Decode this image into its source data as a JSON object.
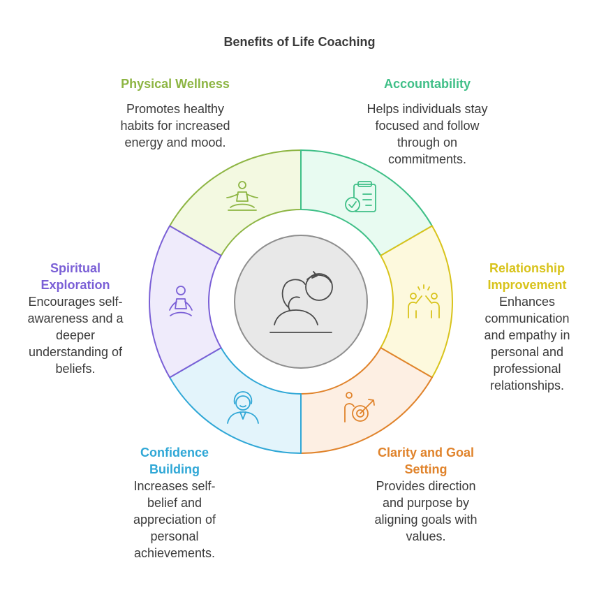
{
  "title": "Benefits of Life Coaching",
  "segments": [
    {
      "heading": "Physical Wellness",
      "description": "Promotes healthy habits for increased energy and mood.",
      "color": "#8db543",
      "fill": "#f3f9e1",
      "icon": "meditation-person-icon"
    },
    {
      "heading": "Accountability",
      "description": "Helps individuals stay focused and follow through on commitments.",
      "color": "#3fbf87",
      "fill": "#e8fbf1",
      "icon": "clipboard-check-icon"
    },
    {
      "heading": "Relationship Improvement",
      "description": "Enhances communication and empathy in personal and professional relationships.",
      "color": "#d8c31b",
      "fill": "#fdf9dd",
      "icon": "high-five-icon"
    },
    {
      "heading": "Clarity and Goal Setting",
      "description": "Provides direction and purpose by aligning goals with values.",
      "color": "#e0832b",
      "fill": "#fdefe3",
      "icon": "target-goal-icon"
    },
    {
      "heading": "Confidence Building",
      "description": "Increases self-belief and appreciation of personal achievements.",
      "color": "#2fa7d6",
      "fill": "#e3f4fb",
      "icon": "confident-person-icon"
    },
    {
      "heading": "Spiritual Exploration",
      "description": "Encourages self-awareness and a deeper understanding of beliefs.",
      "color": "#7a5fd6",
      "fill": "#efebfb",
      "icon": "meditating-figure-icon"
    }
  ],
  "center": {
    "icon": "person-thinking-cycle-icon",
    "fill": "#e8e8e8",
    "stroke": "#8e8e8e"
  }
}
